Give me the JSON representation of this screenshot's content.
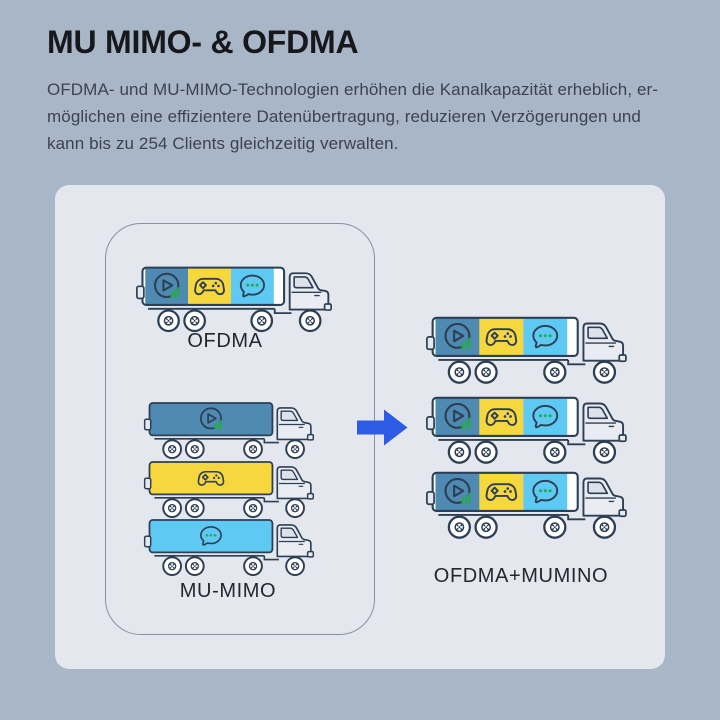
{
  "header": {
    "title": "MU MIMO- & OFDMA",
    "description_lines": [
      "OFDMA- und MU-MIMO-Technologien erhöhen die Kanalkapazität erheblich, er-",
      "möglichen eine effizientere Datenübertragung, reduzieren Verzögerungen und",
      "kann bis zu 254 Clients gleichzeitig verwalten."
    ]
  },
  "diagram": {
    "left_group": {
      "ofdma_label": "OFDMA",
      "ofdma_truck_segments": [
        "video-play-icon",
        "gamepad-icon",
        "chat-bubble-icon"
      ],
      "mu_mimo_label": "MU-MIMO",
      "mu_mimo_trucks": [
        {
          "cargo_color": "#4e8ab1",
          "icon": "video-play-icon"
        },
        {
          "cargo_color": "#f6d73e",
          "icon": "gamepad-icon"
        },
        {
          "cargo_color": "#5ec9f2",
          "icon": "chat-bubble-icon"
        }
      ]
    },
    "arrow": {
      "direction": "right",
      "color": "#2e5be6"
    },
    "right_group": {
      "combined_label": "OFDMA+MUMINO",
      "truck_count": 3,
      "truck_segments": [
        "video-play-icon",
        "gamepad-icon",
        "chat-bubble-icon"
      ]
    },
    "colors": {
      "background": "#a9b6c8",
      "panel": "#e4e7ee",
      "inner_box_border": "#8a92a2",
      "outline_navy": "#2d3f54",
      "video_blue": "#4e8ab1",
      "gaming_yellow": "#f6d73e",
      "chat_light_blue": "#5ec9f2",
      "accent_green": "#27a94f",
      "arrow_blue": "#2e5be6"
    }
  }
}
